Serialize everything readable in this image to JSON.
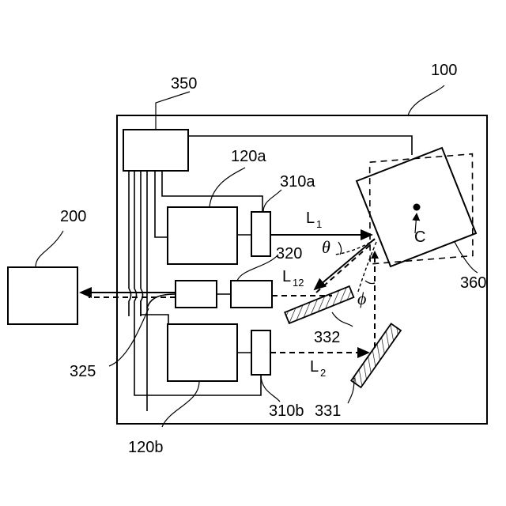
{
  "labels": {
    "device": "100",
    "external": "200",
    "controller": "350",
    "unit_a": "120a",
    "unit_b": "120b",
    "optic_a": "310a",
    "optic_b": "310b",
    "receiver": "320",
    "mixer": "325",
    "mirror_1": "331",
    "mirror_2": "332",
    "target": "360",
    "center": "C",
    "beam_1": "L",
    "beam_1_sub": "1",
    "beam_2": "L",
    "beam_2_sub": "2",
    "beam_12": "L",
    "beam_12_sub": "12",
    "angle_theta": "θ",
    "angle_phi": "ϕ"
  }
}
